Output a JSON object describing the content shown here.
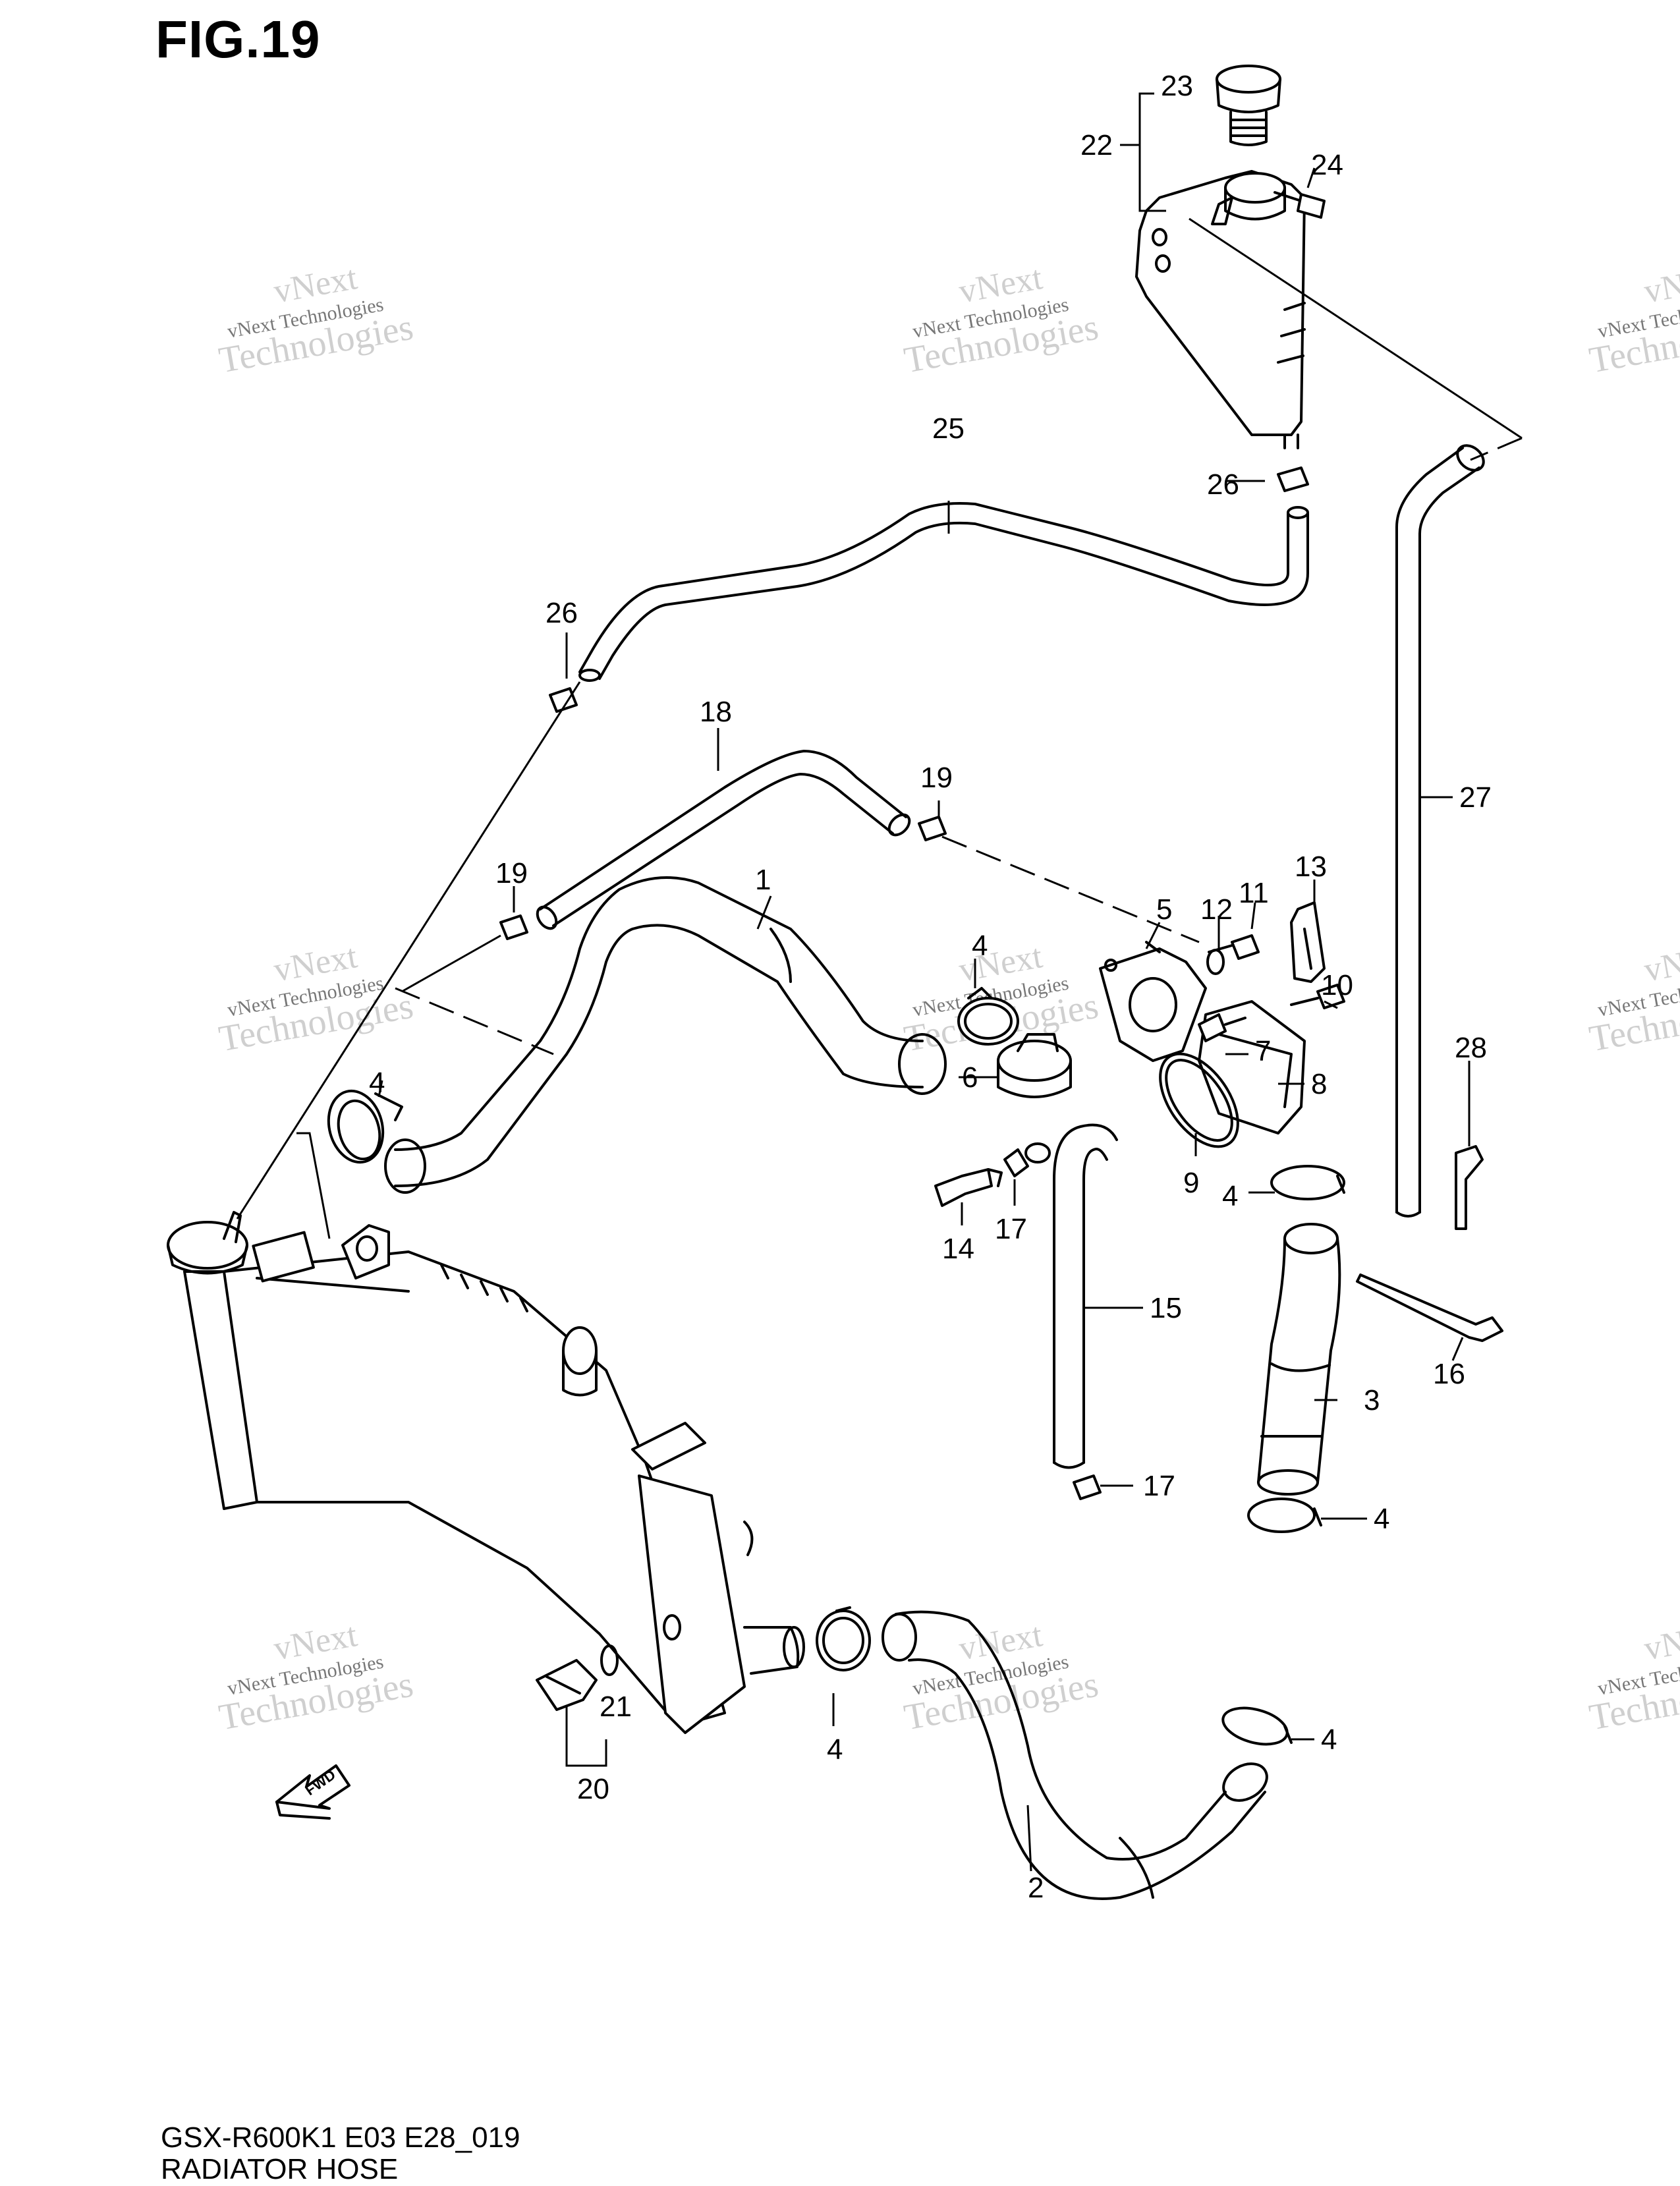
{
  "figure": {
    "title": "FIG.19",
    "model_code": "GSX-R600K1 E03 E28_019",
    "caption": "RADIATOR HOSE"
  },
  "callouts": [
    "1",
    "2",
    "3",
    "4",
    "5",
    "6",
    "7",
    "8",
    "9",
    "10",
    "11",
    "12",
    "13",
    "14",
    "15",
    "16",
    "17",
    "18",
    "19",
    "20",
    "21",
    "22",
    "23",
    "24",
    "25",
    "26",
    "27",
    "28"
  ],
  "watermark": {
    "line1": "vNext",
    "line2": "vNext Technologies",
    "line3": "Technologies"
  },
  "fwd_label": "FWD",
  "colors": {
    "ink": "#000000",
    "watermark": "#cccccc",
    "background": "#ffffff"
  }
}
